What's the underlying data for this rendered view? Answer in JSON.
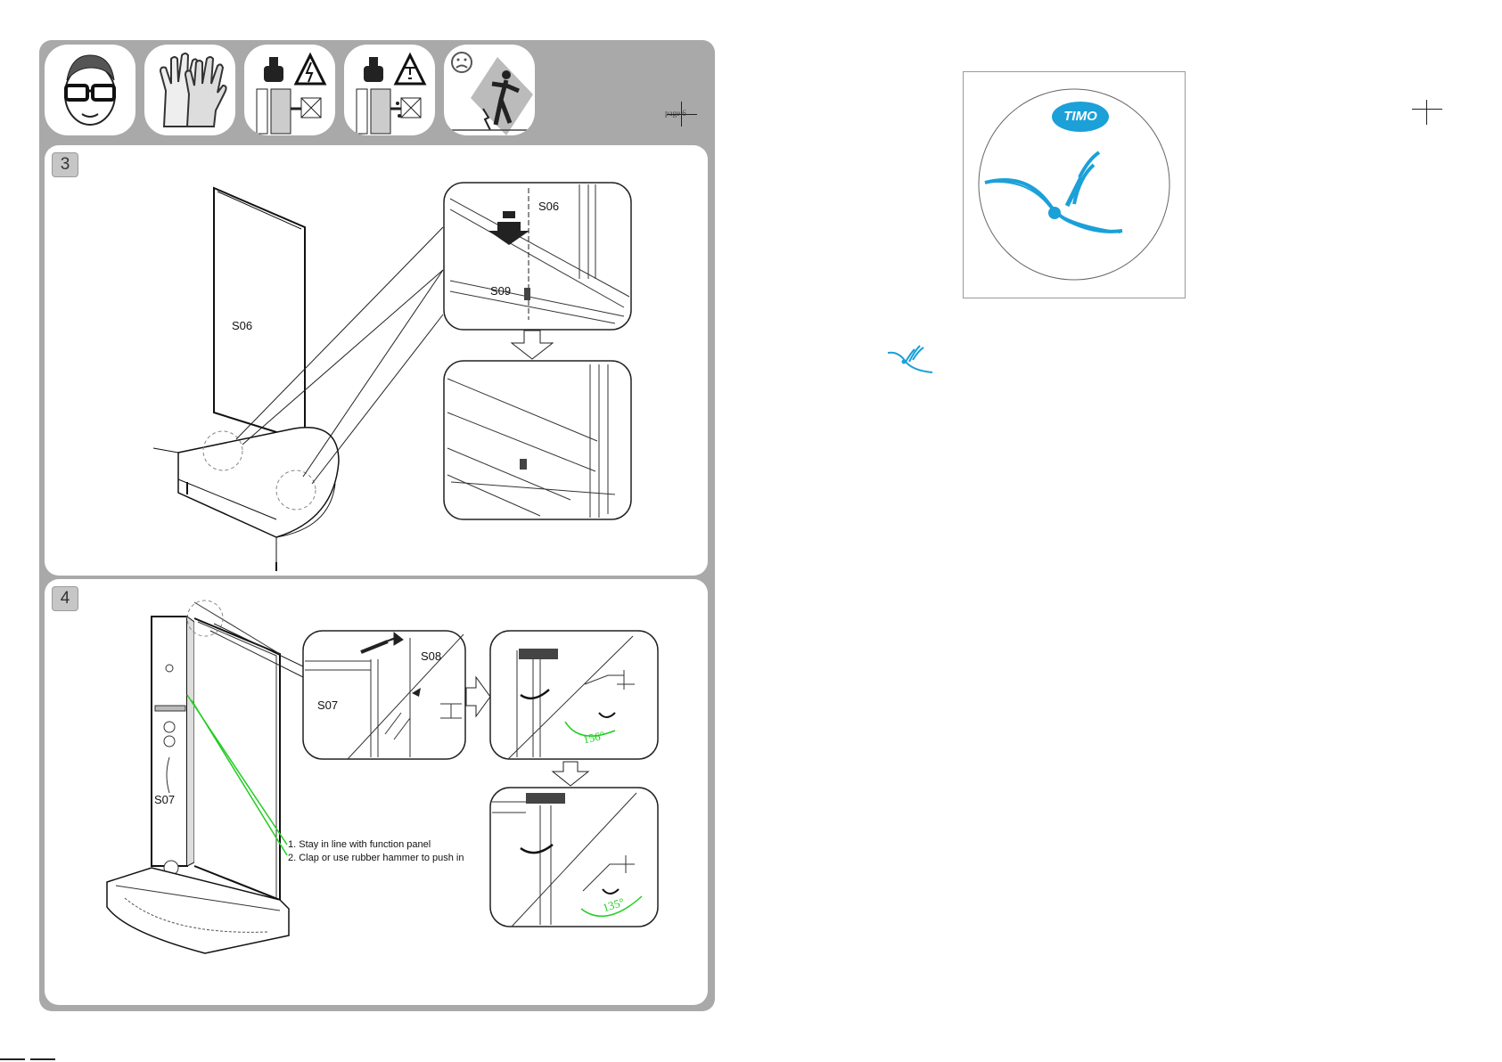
{
  "header": {
    "page_label": "page 6",
    "safety_icons": [
      "safety-glasses-icon",
      "protective-gloves-icon",
      "electric-hazard-wall-icon",
      "water-pipe-hazard-wall-icon",
      "no-leaning-on-glass-icon"
    ]
  },
  "step3": {
    "number": "3",
    "panel_label": "S06",
    "detail_top_label_glass": "S06",
    "detail_top_label_profile": "S09"
  },
  "step4": {
    "number": "4",
    "panel_label_main": "S07",
    "panel_label_column": "S07",
    "detail_label_profile": "S08",
    "detail_label_panel": "S07",
    "notes": [
      "1. Stay in line with function panel",
      "2. Clap or use rubber hammer to push in"
    ],
    "angle_1": "156°",
    "angle_2": "135°"
  },
  "logo": {
    "brand": "TIMO",
    "accent_color": "#1ba0d8"
  }
}
